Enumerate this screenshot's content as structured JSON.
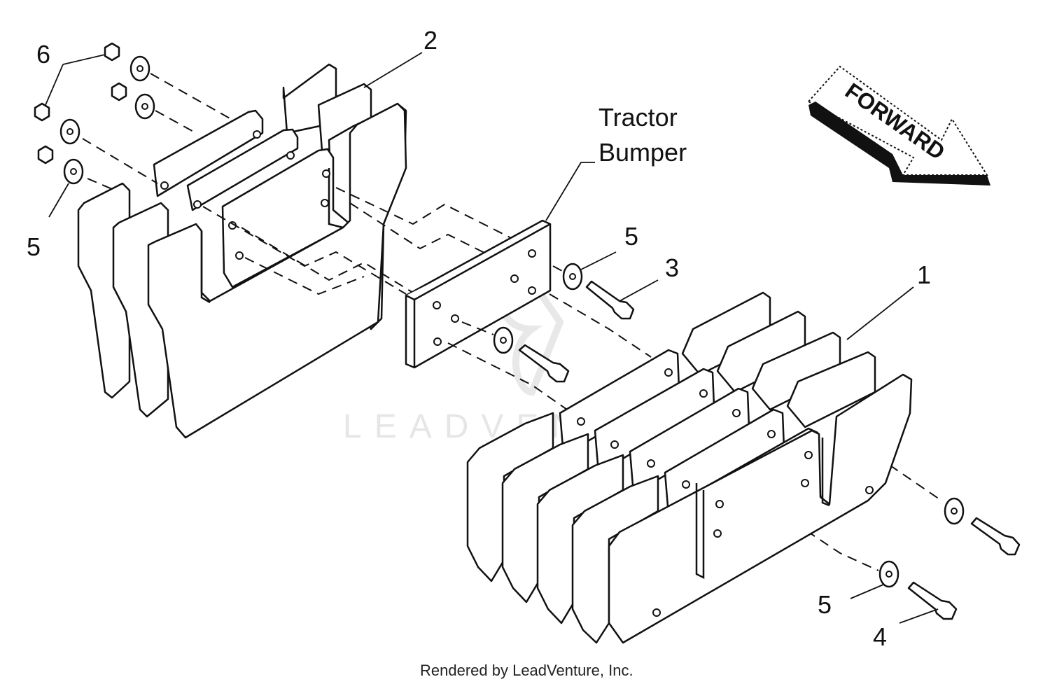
{
  "callouts": {
    "c1": "1",
    "c2": "2",
    "c3": "3",
    "c4": "4",
    "c5a": "5",
    "c5b": "5",
    "c5c": "5",
    "c6": "6"
  },
  "labels": {
    "tractor_line1": "Tractor",
    "tractor_line2": "Bumper",
    "forward": "FORWARD"
  },
  "footer": "Rendered by LeadVenture, Inc.",
  "watermark": "LEADVENTURE"
}
